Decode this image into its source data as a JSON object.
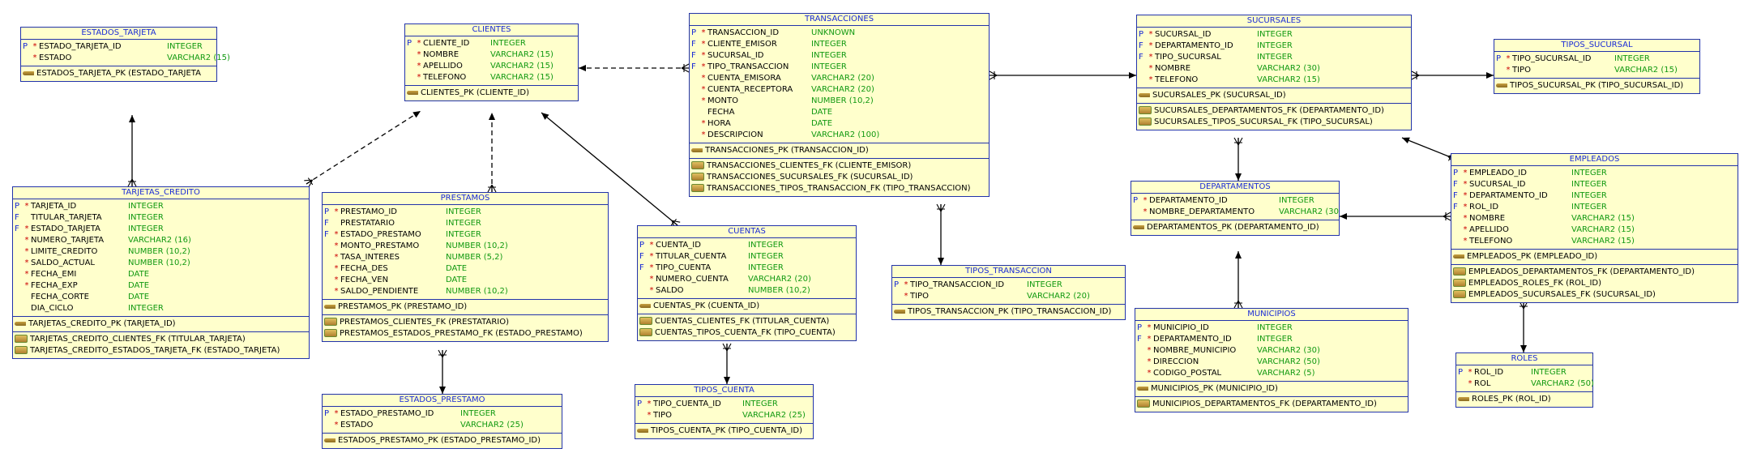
{
  "entities": [
    {
      "id": "estados_tarjeta",
      "title": "ESTADOS_TARJETA",
      "columns": [
        {
          "flag": "P",
          "req": "*",
          "name": "ESTADO_TARJETA_ID",
          "type": "INTEGER"
        },
        {
          "flag": "",
          "req": "*",
          "name": "ESTADO",
          "type": "VARCHAR2 (15)"
        }
      ],
      "pks": [
        "ESTADOS_TARJETA_PK (ESTADO_TARJETA"
      ],
      "fks": []
    },
    {
      "id": "clientes",
      "title": "CLIENTES",
      "columns": [
        {
          "flag": "P",
          "req": "*",
          "name": "CLIENTE_ID",
          "type": "INTEGER"
        },
        {
          "flag": "",
          "req": "*",
          "name": "NOMBRE",
          "type": "VARCHAR2 (15)"
        },
        {
          "flag": "",
          "req": "*",
          "name": "APELLIDO",
          "type": "VARCHAR2 (15)"
        },
        {
          "flag": "",
          "req": "*",
          "name": "TELEFONO",
          "type": "VARCHAR2 (15)"
        }
      ],
      "pks": [
        "CLIENTES_PK (CLIENTE_ID)"
      ],
      "fks": []
    },
    {
      "id": "transacciones",
      "title": "TRANSACCIONES",
      "columns": [
        {
          "flag": "P",
          "req": "*",
          "name": "TRANSACCION_ID",
          "type": "UNKNOWN"
        },
        {
          "flag": "F",
          "req": "*",
          "name": "CLIENTE_EMISOR",
          "type": "INTEGER"
        },
        {
          "flag": "F",
          "req": "*",
          "name": "SUCURSAL_ID",
          "type": "INTEGER"
        },
        {
          "flag": "F",
          "req": "*",
          "name": "TIPO_TRANSACCION",
          "type": "INTEGER"
        },
        {
          "flag": "",
          "req": "*",
          "name": "CUENTA_EMISORA",
          "type": "VARCHAR2 (20)"
        },
        {
          "flag": "",
          "req": "*",
          "name": "CUENTA_RECEPTORA",
          "type": "VARCHAR2 (20)"
        },
        {
          "flag": "",
          "req": "*",
          "name": "MONTO",
          "type": "NUMBER (10,2)"
        },
        {
          "flag": "",
          "req": "",
          "name": "FECHA",
          "type": "DATE"
        },
        {
          "flag": "",
          "req": "*",
          "name": "HORA",
          "type": "DATE"
        },
        {
          "flag": "",
          "req": "*",
          "name": "DESCRIPCION",
          "type": "VARCHAR2 (100)"
        }
      ],
      "pks": [
        "TRANSACCIONES_PK (TRANSACCION_ID)"
      ],
      "fks": [
        "TRANSACCIONES_CLIENTES_FK (CLIENTE_EMISOR)",
        "TRANSACCIONES_SUCURSALES_FK (SUCURSAL_ID)",
        "TRANSACCIONES_TIPOS_TRANSACCION_FK (TIPO_TRANSACCION)"
      ]
    },
    {
      "id": "sucursales",
      "title": "SUCURSALES",
      "columns": [
        {
          "flag": "P",
          "req": "*",
          "name": "SUCURSAL_ID",
          "type": "INTEGER"
        },
        {
          "flag": "F",
          "req": "*",
          "name": "DEPARTAMENTO_ID",
          "type": "INTEGER"
        },
        {
          "flag": "F",
          "req": "*",
          "name": "TIPO_SUCURSAL",
          "type": "INTEGER"
        },
        {
          "flag": "",
          "req": "*",
          "name": "NOMBRE",
          "type": "VARCHAR2 (30)"
        },
        {
          "flag": "",
          "req": "*",
          "name": "TELEFONO",
          "type": "VARCHAR2 (15)"
        }
      ],
      "pks": [
        "SUCURSALES_PK (SUCURSAL_ID)"
      ],
      "fks": [
        "SUCURSALES_DEPARTAMENTOS_FK (DEPARTAMENTO_ID)",
        "SUCURSALES_TIPOS_SUCURSAL_FK (TIPO_SUCURSAL)"
      ]
    },
    {
      "id": "tipos_sucursal",
      "title": "TIPOS_SUCURSAL",
      "columns": [
        {
          "flag": "P",
          "req": "*",
          "name": "TIPO_SUCURSAL_ID",
          "type": "INTEGER"
        },
        {
          "flag": "",
          "req": "*",
          "name": "TIPO",
          "type": "VARCHAR2 (15)"
        }
      ],
      "pks": [
        "TIPOS_SUCURSAL_PK (TIPO_SUCURSAL_ID)"
      ],
      "fks": []
    },
    {
      "id": "tarjetas_credito",
      "title": "TARJETAS_CREDITO",
      "columns": [
        {
          "flag": "P",
          "req": "*",
          "name": "TARJETA_ID",
          "type": "INTEGER"
        },
        {
          "flag": "F",
          "req": "",
          "name": "TITULAR_TARJETA",
          "type": "INTEGER"
        },
        {
          "flag": "F",
          "req": "*",
          "name": "ESTADO_TARJETA",
          "type": "INTEGER"
        },
        {
          "flag": "",
          "req": "*",
          "name": "NUMERO_TARJETA",
          "type": "VARCHAR2 (16)"
        },
        {
          "flag": "",
          "req": "*",
          "name": "LIMITE_CREDITO",
          "type": "NUMBER (10,2)"
        },
        {
          "flag": "",
          "req": "*",
          "name": "SALDO_ACTUAL",
          "type": "NUMBER (10,2)"
        },
        {
          "flag": "",
          "req": "*",
          "name": "FECHA_EMI",
          "type": "DATE"
        },
        {
          "flag": "",
          "req": "*",
          "name": "FECHA_EXP",
          "type": "DATE"
        },
        {
          "flag": "",
          "req": "",
          "name": "FECHA_CORTE",
          "type": "DATE"
        },
        {
          "flag": "",
          "req": "",
          "name": "DIA_CICLO",
          "type": "INTEGER"
        }
      ],
      "pks": [
        "TARJETAS_CREDITO_PK (TARJETA_ID)"
      ],
      "fks": [
        "TARJETAS_CREDITO_CLIENTES_FK (TITULAR_TARJETA)",
        "TARJETAS_CREDITO_ESTADOS_TARJETA_FK (ESTADO_TARJETA)"
      ]
    },
    {
      "id": "prestamos",
      "title": "PRESTAMOS",
      "columns": [
        {
          "flag": "P",
          "req": "*",
          "name": "PRESTAMO_ID",
          "type": "INTEGER"
        },
        {
          "flag": "F",
          "req": "",
          "name": "PRESTATARIO",
          "type": "INTEGER"
        },
        {
          "flag": "F",
          "req": "*",
          "name": "ESTADO_PRESTAMO",
          "type": "INTEGER"
        },
        {
          "flag": "",
          "req": "*",
          "name": "MONTO_PRESTAMO",
          "type": "NUMBER (10,2)"
        },
        {
          "flag": "",
          "req": "*",
          "name": "TASA_INTERES",
          "type": "NUMBER (5,2)"
        },
        {
          "flag": "",
          "req": "*",
          "name": "FECHA_DES",
          "type": "DATE"
        },
        {
          "flag": "",
          "req": "*",
          "name": "FECHA_VEN",
          "type": "DATE"
        },
        {
          "flag": "",
          "req": "*",
          "name": "SALDO_PENDIENTE",
          "type": "NUMBER (10,2)"
        }
      ],
      "pks": [
        "PRESTAMOS_PK (PRESTAMO_ID)"
      ],
      "fks": [
        "PRESTAMOS_CLIENTES_FK (PRESTATARIO)",
        "PRESTAMOS_ESTADOS_PRESTAMO_FK (ESTADO_PRESTAMO)"
      ]
    },
    {
      "id": "cuentas",
      "title": "CUENTAS",
      "columns": [
        {
          "flag": "P",
          "req": "*",
          "name": "CUENTA_ID",
          "type": "INTEGER"
        },
        {
          "flag": "F",
          "req": "*",
          "name": "TITULAR_CUENTA",
          "type": "INTEGER"
        },
        {
          "flag": "F",
          "req": "*",
          "name": "TIPO_CUENTA",
          "type": "INTEGER"
        },
        {
          "flag": "",
          "req": "*",
          "name": "NUMERO_CUENTA",
          "type": "VARCHAR2 (20)"
        },
        {
          "flag": "",
          "req": "*",
          "name": "SALDO",
          "type": "NUMBER (10,2)"
        }
      ],
      "pks": [
        "CUENTAS_PK (CUENTA_ID)"
      ],
      "fks": [
        "CUENTAS_CLIENTES_FK (TITULAR_CUENTA)",
        "CUENTAS_TIPOS_CUENTA_FK (TIPO_CUENTA)"
      ]
    },
    {
      "id": "estados_prestamo",
      "title": "ESTADOS_PRESTAMO",
      "columns": [
        {
          "flag": "P",
          "req": "*",
          "name": "ESTADO_PRESTAMO_ID",
          "type": "INTEGER"
        },
        {
          "flag": "",
          "req": "*",
          "name": "ESTADO",
          "type": "VARCHAR2 (25)"
        }
      ],
      "pks": [
        "ESTADOS_PRESTAMO_PK (ESTADO_PRESTAMO_ID)"
      ],
      "fks": []
    },
    {
      "id": "tipos_cuenta",
      "title": "TIPOS_CUENTA",
      "columns": [
        {
          "flag": "P",
          "req": "*",
          "name": "TIPO_CUENTA_ID",
          "type": "INTEGER"
        },
        {
          "flag": "",
          "req": "*",
          "name": "TIPO",
          "type": "VARCHAR2 (25)"
        }
      ],
      "pks": [
        "TIPOS_CUENTA_PK (TIPO_CUENTA_ID)"
      ],
      "fks": []
    },
    {
      "id": "tipos_transaccion",
      "title": "TIPOS_TRANSACCION",
      "columns": [
        {
          "flag": "P",
          "req": "*",
          "name": "TIPO_TRANSACCION_ID",
          "type": "INTEGER"
        },
        {
          "flag": "",
          "req": "*",
          "name": "TIPO",
          "type": "VARCHAR2 (20)"
        }
      ],
      "pks": [
        "TIPOS_TRANSACCION_PK (TIPO_TRANSACCION_ID)"
      ],
      "fks": []
    },
    {
      "id": "departamentos",
      "title": "DEPARTAMENTOS",
      "columns": [
        {
          "flag": "P",
          "req": "*",
          "name": "DEPARTAMENTO_ID",
          "type": "INTEGER"
        },
        {
          "flag": "",
          "req": "*",
          "name": "NOMBRE_DEPARTAMENTO",
          "type": "VARCHAR2 (30"
        }
      ],
      "pks": [
        "DEPARTAMENTOS_PK (DEPARTAMENTO_ID)"
      ],
      "fks": []
    },
    {
      "id": "municipios",
      "title": "MUNICIPIOS",
      "columns": [
        {
          "flag": "P",
          "req": "*",
          "name": "MUNICIPIO_ID",
          "type": "INTEGER"
        },
        {
          "flag": "F",
          "req": "*",
          "name": "DEPARTAMENTO_ID",
          "type": "INTEGER"
        },
        {
          "flag": "",
          "req": "*",
          "name": "NOMBRE_MUNICIPIO",
          "type": "VARCHAR2 (30)"
        },
        {
          "flag": "",
          "req": "*",
          "name": "DIRECCION",
          "type": "VARCHAR2 (50)"
        },
        {
          "flag": "",
          "req": "*",
          "name": "CODIGO_POSTAL",
          "type": "VARCHAR2 (5)"
        }
      ],
      "pks": [
        "MUNICIPIOS_PK (MUNICIPIO_ID)"
      ],
      "fks": [
        "MUNICIPIOS_DEPARTAMENTOS_FK (DEPARTAMENTO_ID)"
      ]
    },
    {
      "id": "empleados",
      "title": "EMPLEADOS",
      "columns": [
        {
          "flag": "P",
          "req": "*",
          "name": "EMPLEADO_ID",
          "type": "INTEGER"
        },
        {
          "flag": "F",
          "req": "*",
          "name": "SUCURSAL_ID",
          "type": "INTEGER"
        },
        {
          "flag": "F",
          "req": "*",
          "name": "DEPARTAMENTO_ID",
          "type": "INTEGER"
        },
        {
          "flag": "F",
          "req": "*",
          "name": "ROL_ID",
          "type": "INTEGER"
        },
        {
          "flag": "",
          "req": "*",
          "name": "NOMBRE",
          "type": "VARCHAR2 (15)"
        },
        {
          "flag": "",
          "req": "*",
          "name": "APELLIDO",
          "type": "VARCHAR2 (15)"
        },
        {
          "flag": "",
          "req": "*",
          "name": "TELEFONO",
          "type": "VARCHAR2 (15)"
        }
      ],
      "pks": [
        "EMPLEADOS_PK (EMPLEADO_ID)"
      ],
      "fks": [
        "EMPLEADOS_DEPARTAMENTOS_FK (DEPARTAMENTO_ID)",
        "EMPLEADOS_ROLES_FK (ROL_ID)",
        "EMPLEADOS_SUCURSALES_FK (SUCURSAL_ID)"
      ]
    },
    {
      "id": "roles",
      "title": "ROLES",
      "columns": [
        {
          "flag": "P",
          "req": "*",
          "name": "ROL_ID",
          "type": "INTEGER"
        },
        {
          "flag": "",
          "req": "*",
          "name": "ROL",
          "type": "VARCHAR2 (50)"
        }
      ],
      "pks": [
        "ROLES_PK (ROL_ID)"
      ],
      "fks": []
    }
  ],
  "relationships": [
    {
      "from": "tarjetas_credito",
      "to": "estados_tarjeta",
      "style": "solid"
    },
    {
      "from": "tarjetas_credito",
      "to": "clientes",
      "style": "dashed"
    },
    {
      "from": "prestamos",
      "to": "clientes",
      "style": "dashed"
    },
    {
      "from": "cuentas",
      "to": "clientes",
      "style": "solid"
    },
    {
      "from": "transacciones",
      "to": "clientes",
      "style": "dashed"
    },
    {
      "from": "prestamos",
      "to": "estados_prestamo",
      "style": "solid"
    },
    {
      "from": "cuentas",
      "to": "tipos_cuenta",
      "style": "solid"
    },
    {
      "from": "transacciones",
      "to": "tipos_transaccion",
      "style": "solid"
    },
    {
      "from": "transacciones",
      "to": "sucursales",
      "style": "solid"
    },
    {
      "from": "sucursales",
      "to": "tipos_sucursal",
      "style": "solid"
    },
    {
      "from": "sucursales",
      "to": "departamentos",
      "style": "solid"
    },
    {
      "from": "municipios",
      "to": "departamentos",
      "style": "solid"
    },
    {
      "from": "empleados",
      "to": "departamentos",
      "style": "solid"
    },
    {
      "from": "empleados",
      "to": "sucursales",
      "style": "solid"
    },
    {
      "from": "empleados",
      "to": "roles",
      "style": "solid"
    }
  ],
  "colors": {
    "border": "#2233aa",
    "title": "#1a2bd6",
    "fill": "#ffffcc",
    "type": "#119911",
    "required": "#cc0000",
    "line": "#000000"
  }
}
